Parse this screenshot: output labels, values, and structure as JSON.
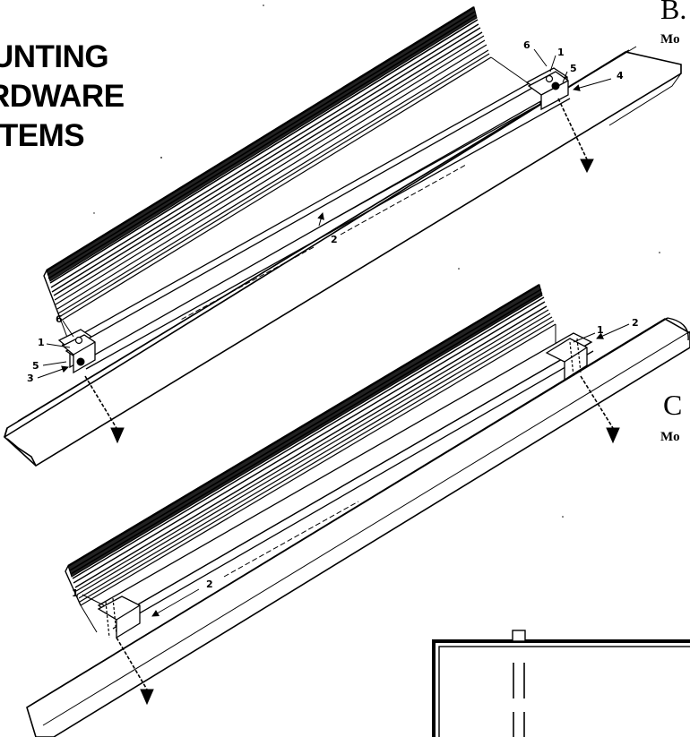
{
  "heading": {
    "line1": "UNTING",
    "line2": "RDWARE",
    "line3": "STEMS"
  },
  "sections": [
    {
      "letter": "B.",
      "subtitle": "Mo"
    },
    {
      "letter": "C",
      "subtitle": "Mo"
    }
  ],
  "callouts": {
    "top_right": [
      "6",
      "1",
      "5",
      "4"
    ],
    "top_middle": "2",
    "top_left": [
      "6",
      "1",
      "5",
      "3"
    ],
    "middle_right": [
      "1",
      "2"
    ],
    "bottom_middle": "2",
    "bottom_left": "1"
  }
}
